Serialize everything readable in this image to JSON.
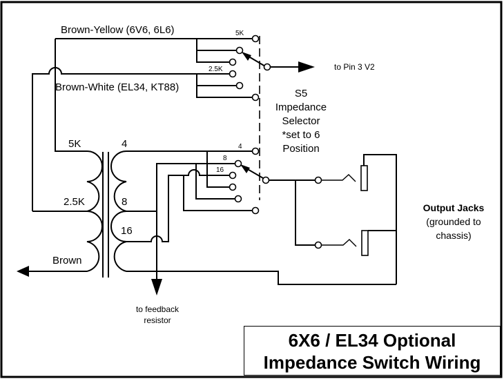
{
  "diagram": {
    "title_line1": "6X6 / EL34 Optional",
    "title_line2": "Impedance Switch Wiring",
    "primary": {
      "brown_yellow_label": "Brown-Yellow (6V6, 6L6)",
      "brown_white_label": "Brown-White (EL34, KT88)",
      "tap_5k": "5K",
      "tap_2_5k": "2.5K",
      "brown_label": "Brown",
      "switch_tap_5k": "5K",
      "switch_tap_2_5k": "2.5K"
    },
    "secondary": {
      "tap_4": "4",
      "tap_8": "8",
      "tap_16": "16",
      "switch_tap_4": "4",
      "switch_tap_8": "8",
      "switch_tap_16": "16"
    },
    "switch": {
      "line1": "S5",
      "line2": "Impedance",
      "line3": "Selector",
      "line4": "*set to 6",
      "line5": "Position"
    },
    "to_pin": "to Pin 3 V2",
    "feedback_line1": "to feedback",
    "feedback_line2": "resistor",
    "output_jacks": {
      "title": "Output Jacks",
      "line2": "(grounded to",
      "line3": "chassis)"
    }
  }
}
